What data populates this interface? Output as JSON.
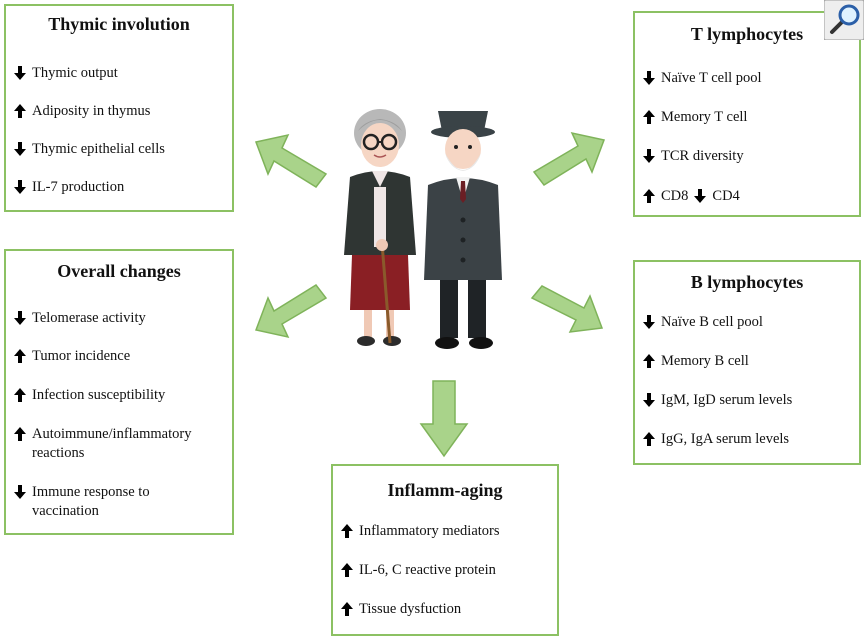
{
  "thymic": {
    "title": "Thymic involution",
    "items": [
      {
        "dir": "down",
        "text": "Thymic output"
      },
      {
        "dir": "up",
        "text": "Adiposity in thymus"
      },
      {
        "dir": "down",
        "text": "Thymic epithelial cells"
      },
      {
        "dir": "down",
        "text": "IL-7 production"
      }
    ]
  },
  "overall": {
    "title": "Overall changes",
    "items": [
      {
        "dir": "down",
        "text": "Telomerase activity"
      },
      {
        "dir": "up",
        "text": "Tumor incidence"
      },
      {
        "dir": "up",
        "text": "Infection susceptibility"
      },
      {
        "dir": "up",
        "text": "Autoimmune/inflammatory\nreactions"
      },
      {
        "dir": "down",
        "text": "Immune response to\nvaccination"
      }
    ]
  },
  "tcell": {
    "title": "T lymphocytes",
    "items": [
      {
        "dir": "down",
        "text": "Naïve T cell pool"
      },
      {
        "dir": "up",
        "text": "Memory T cell"
      },
      {
        "dir": "down",
        "text": "TCR diversity"
      },
      {
        "dir": "up",
        "text": "CD8",
        "dir2": "down",
        "text2": "CD4"
      }
    ]
  },
  "bcell": {
    "title": "B lymphocytes",
    "items": [
      {
        "dir": "down",
        "text": "Naïve B cell pool"
      },
      {
        "dir": "up",
        "text": "Memory B cell"
      },
      {
        "dir": "down",
        "text": "IgM, IgD serum levels"
      },
      {
        "dir": "up",
        "text": "IgG, IgA serum levels"
      }
    ]
  },
  "inflamm": {
    "title": "Inflamm-aging",
    "items": [
      {
        "dir": "up",
        "text": "Inflammatory mediators"
      },
      {
        "dir": "up",
        "text": "IL-6, C reactive protein"
      },
      {
        "dir": "up",
        "text": "Tissue dysfuction"
      }
    ]
  },
  "colors": {
    "border": "#8cc163",
    "arrow_fill": "#a9d38a",
    "arrow_stroke": "#7fb35a"
  },
  "icons": {
    "zoom": "magnifier-icon",
    "illustration": "elderly-couple-illustration"
  }
}
